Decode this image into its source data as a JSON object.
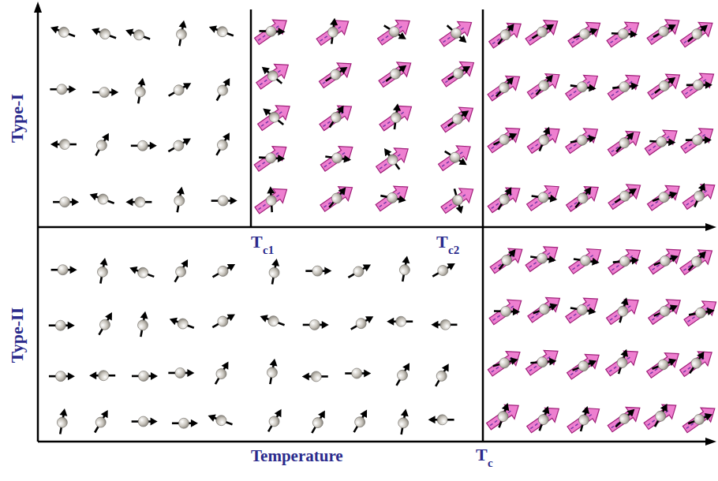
{
  "diagram": {
    "labels": [
      "Type-I",
      "Type-II",
      "T",
      "c1",
      "T",
      "c2",
      "Temperature",
      "T",
      "c"
    ]
  }
}
